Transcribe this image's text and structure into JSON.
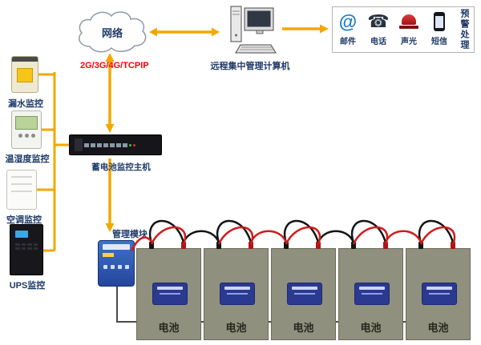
{
  "network": {
    "cloud_label": "网络",
    "protocol_label": "2G/3G/4G/TCPIP"
  },
  "computer": {
    "label": "远程集中管理计算机"
  },
  "alert_panel": {
    "side_label": "预警处理",
    "items": [
      {
        "icon": "mail-icon",
        "label": "邮件"
      },
      {
        "icon": "phone-icon",
        "label": "电话"
      },
      {
        "icon": "siren-icon",
        "label": "声光"
      },
      {
        "icon": "sms-icon",
        "label": "短信"
      }
    ]
  },
  "left_devices": [
    {
      "label": "漏水监控"
    },
    {
      "label": "温湿度监控"
    },
    {
      "label": "空调监控"
    },
    {
      "label": "UPS监控"
    }
  ],
  "host": {
    "label": "蓄电池监控主机"
  },
  "module": {
    "label": "管理模块"
  },
  "batteries": [
    {
      "label": "电池"
    },
    {
      "label": "电池"
    },
    {
      "label": "电池"
    },
    {
      "label": "电池"
    },
    {
      "label": "电池"
    }
  ],
  "colors": {
    "arrow": "#F2A800",
    "protocol_text": "#FF0000",
    "label_text": "#1F3A68",
    "battery_body": "#90907F",
    "battery_monitor": "#2B3990",
    "cable_red": "#CF1C1C",
    "cable_black": "#141414"
  }
}
